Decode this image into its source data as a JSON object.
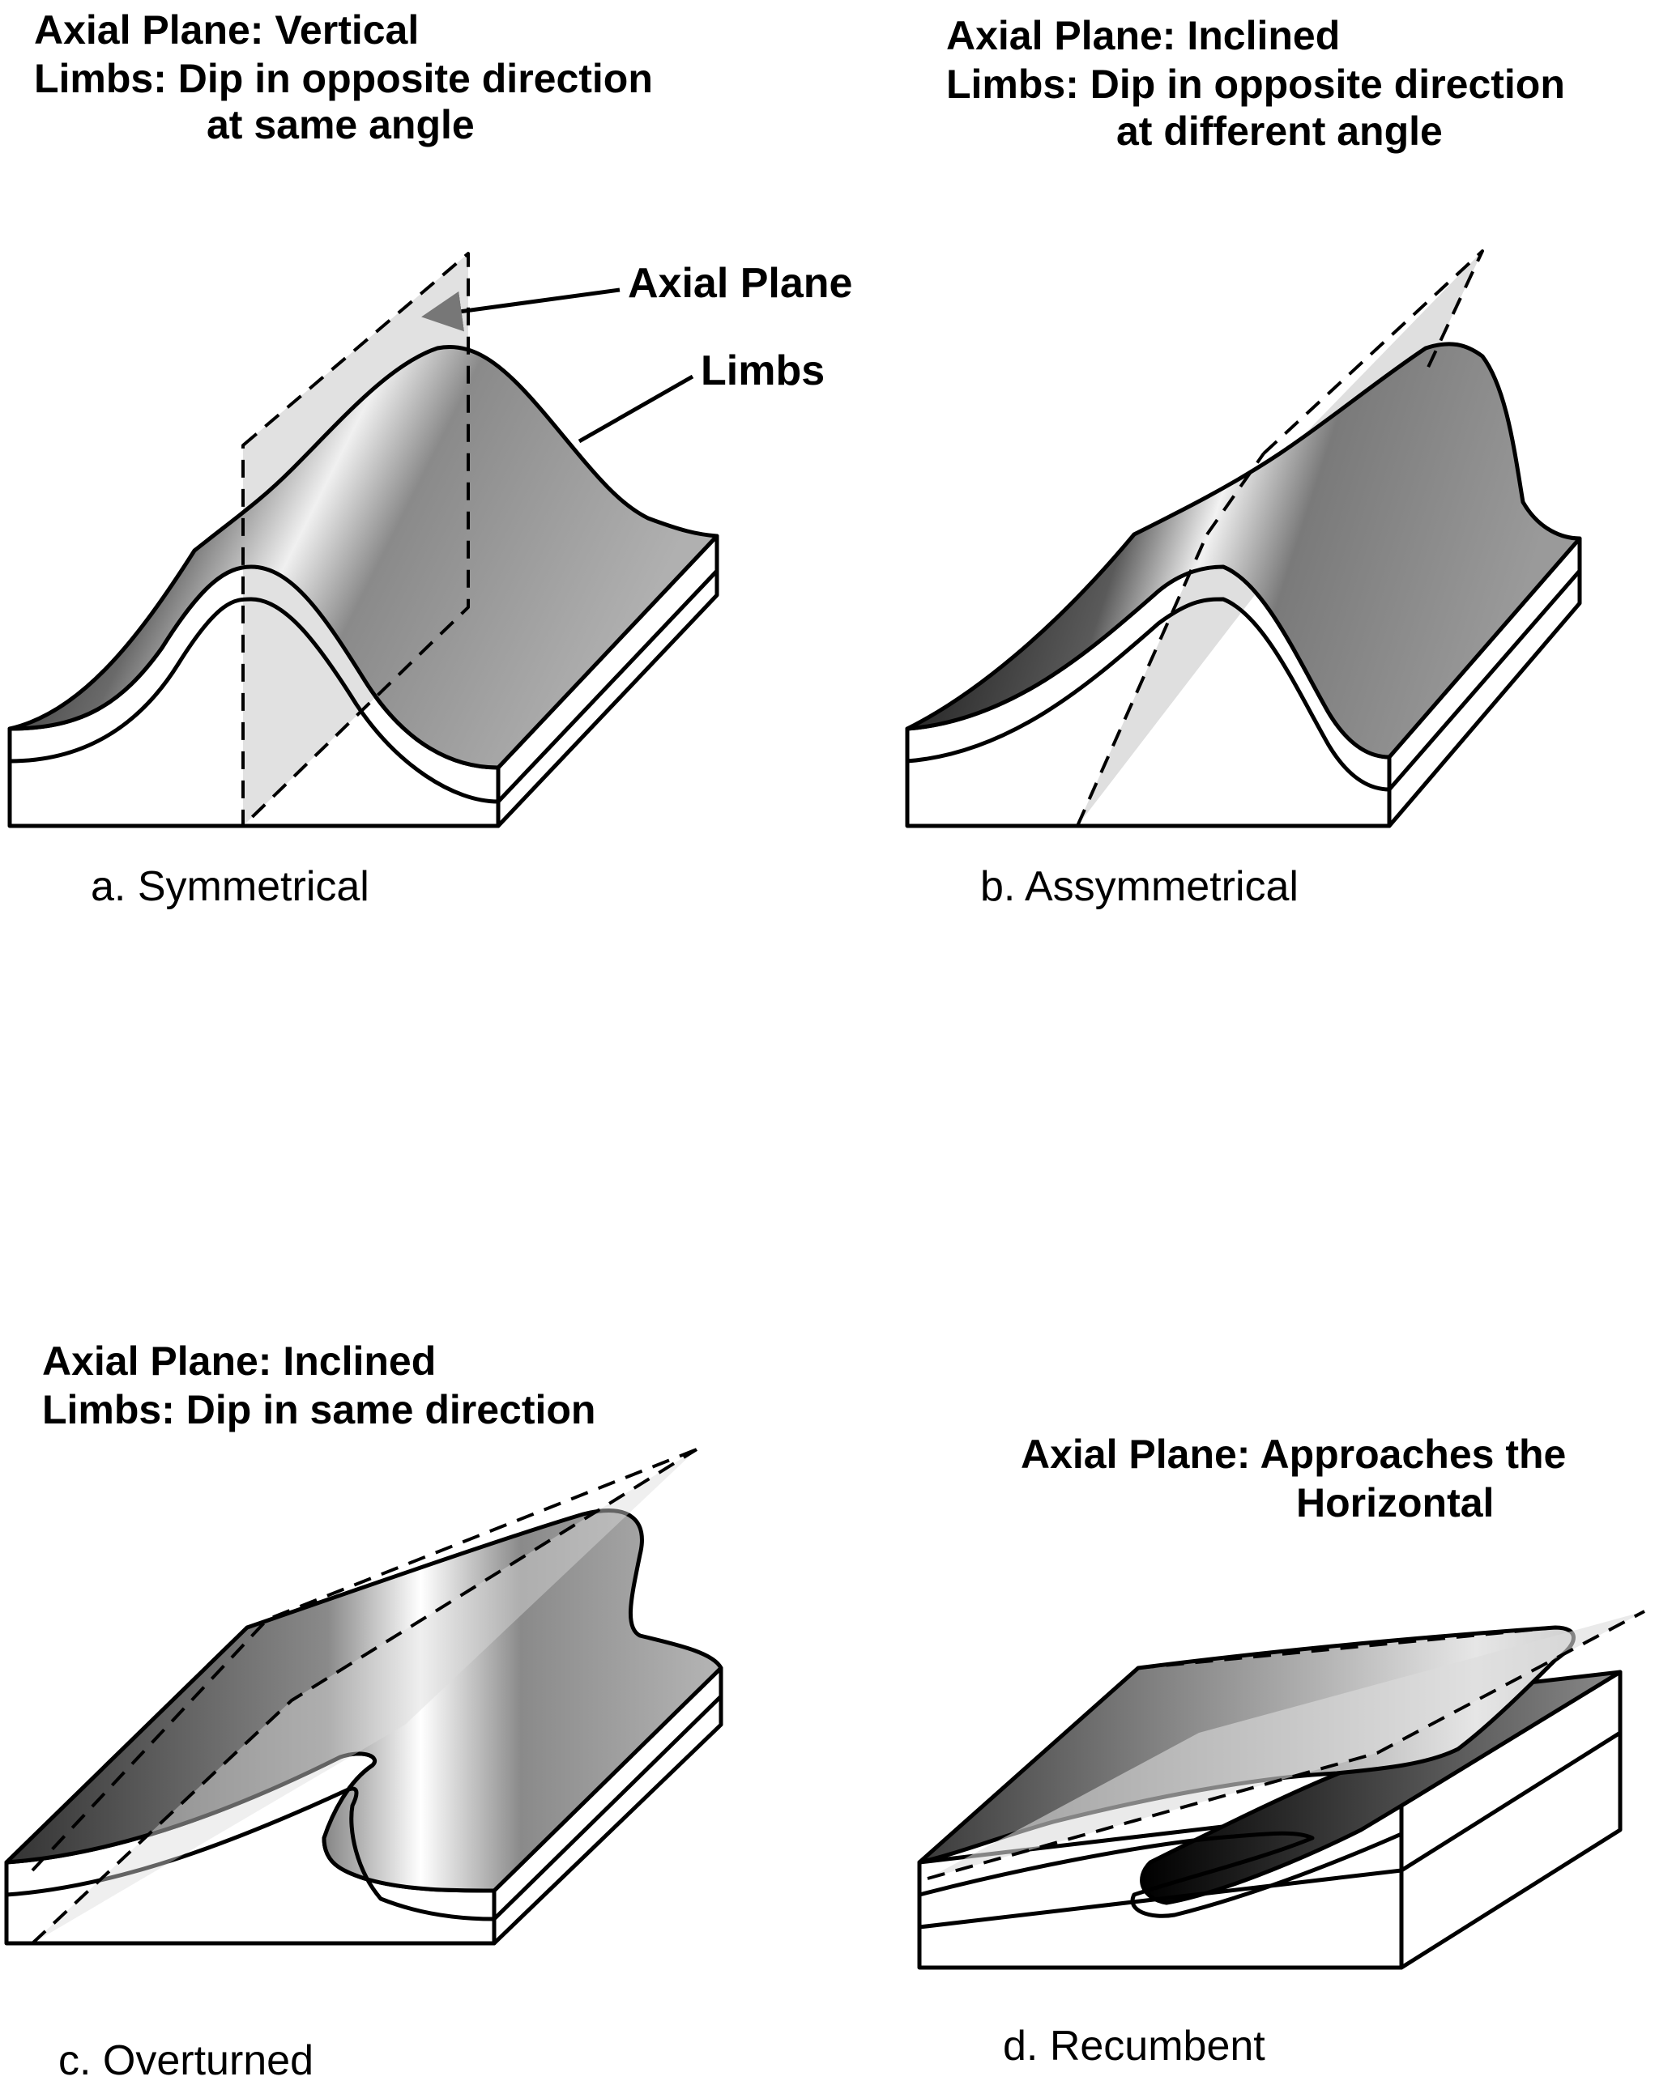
{
  "panels": {
    "a": {
      "header_line1": "Axial Plane: Vertical",
      "header_line2": "Limbs: Dip in opposite direction",
      "header_line3": "at same angle",
      "caption": "a. Symmetrical",
      "label_axial_plane": "Axial Plane",
      "label_limbs": "Limbs"
    },
    "b": {
      "header_line1": "Axial Plane: Inclined",
      "header_line2": "Limbs: Dip in opposite direction",
      "header_line3": "at different angle",
      "caption": "b. Assymmetrical"
    },
    "c": {
      "header_line1": "Axial Plane: Inclined",
      "header_line2": "Limbs: Dip in same direction",
      "caption": "c. Overturned"
    },
    "d": {
      "header_line1": "Axial Plane: Approaches the",
      "header_line2": "Horizontal",
      "caption": "d. Recumbent"
    }
  },
  "colors": {
    "outline": "#000000",
    "axial_plane_fill": "#dcdcdc",
    "surface_dark": "#2a2a2a",
    "surface_mid": "#7a7a7a",
    "surface_light": "#e8e8e8"
  }
}
